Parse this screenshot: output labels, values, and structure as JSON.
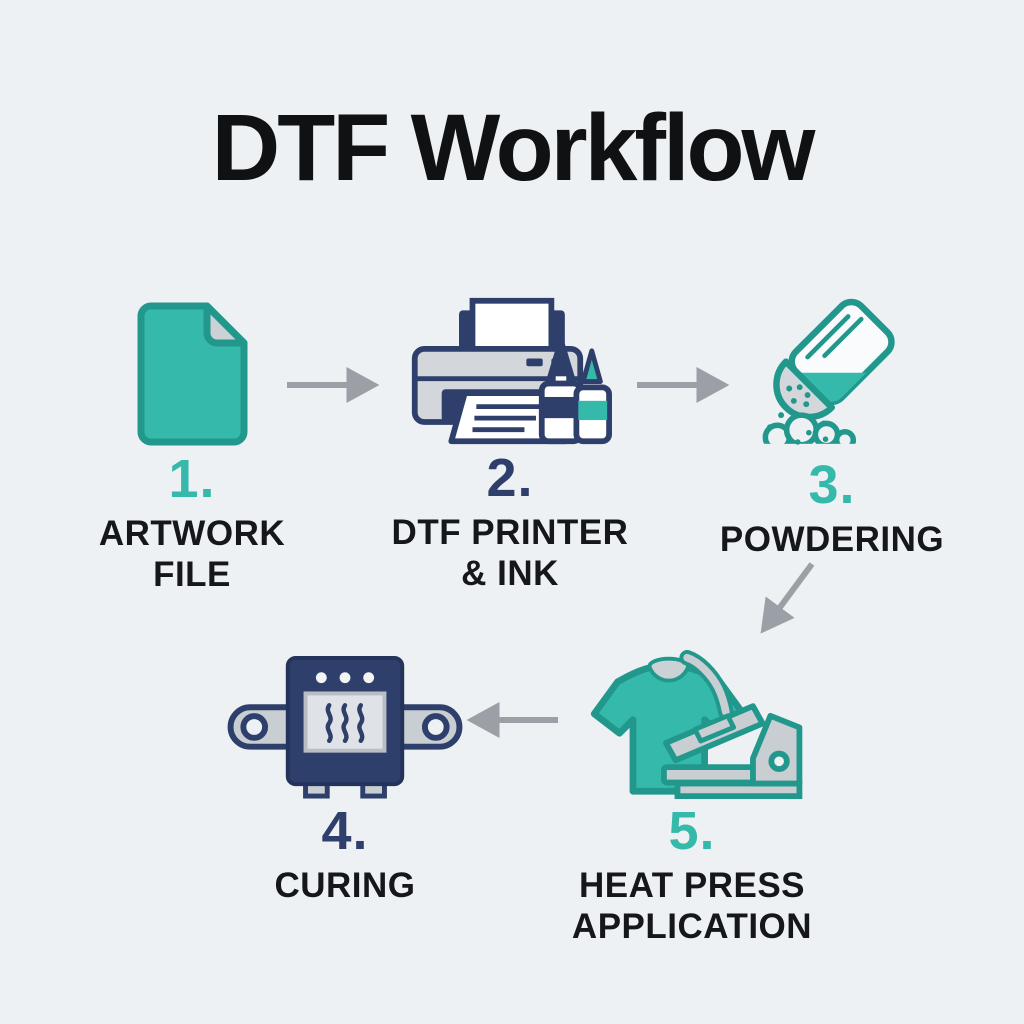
{
  "title": "DTF Workflow",
  "colors": {
    "bg": "#eef1f4",
    "teal": "#35b9ab",
    "teal_dark": "#22988d",
    "navy": "#2e3f6b",
    "gray": "#d3d7db",
    "gray2": "#c9ced3",
    "arrow": "#9aa0a6",
    "text": "#15171a",
    "title": "#0f1113"
  },
  "steps": [
    {
      "number": "1.",
      "label": "ARTWORK FILE",
      "label_lines": [
        "ARTWORK",
        "FILE"
      ],
      "icon": "document-icon",
      "number_color": "teal"
    },
    {
      "number": "2.",
      "label": "DTF PRINTER & INK",
      "label_lines": [
        "DTF PRINTER",
        "& INK"
      ],
      "icon": "printer-icon",
      "number_color": "navy"
    },
    {
      "number": "3.",
      "label": "POWDERING",
      "label_lines": [
        "POWDERING"
      ],
      "icon": "powder-shaker-icon",
      "number_color": "teal"
    },
    {
      "number": "4.",
      "label": "CURING",
      "label_lines": [
        "CURING"
      ],
      "icon": "curing-oven-icon",
      "number_color": "navy"
    },
    {
      "number": "5.",
      "label": "HEAT PRESS APPLICATION",
      "label_lines": [
        "HEAT PRESS",
        "APPLICATION"
      ],
      "icon": "heat-press-icon",
      "number_color": "teal"
    }
  ],
  "arrows": [
    {
      "from": "artwork-file",
      "to": "dtf-printer-ink",
      "direction": "right"
    },
    {
      "from": "dtf-printer-ink",
      "to": "powdering",
      "direction": "right"
    },
    {
      "from": "powdering",
      "to": "heat-press-application",
      "direction": "down-left"
    },
    {
      "from": "heat-press-application",
      "to": "curing",
      "direction": "left"
    }
  ]
}
